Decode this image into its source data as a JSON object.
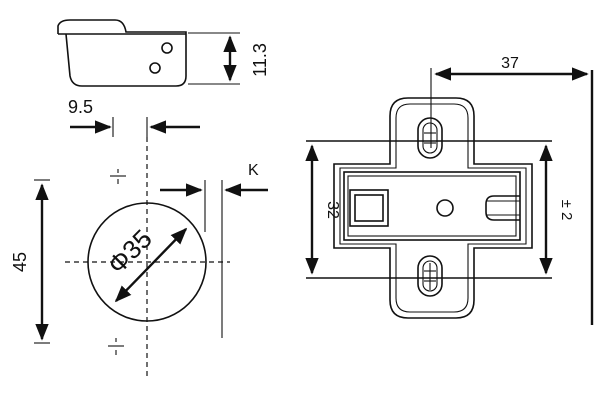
{
  "dimensions": {
    "cup_height": "11.3",
    "hole_offset": "9.5",
    "k_label": "K",
    "cup_spacing": "45",
    "cup_diameter": "Φ35",
    "plate_width": "37",
    "plate_height": "32",
    "adjust": "± 2"
  }
}
